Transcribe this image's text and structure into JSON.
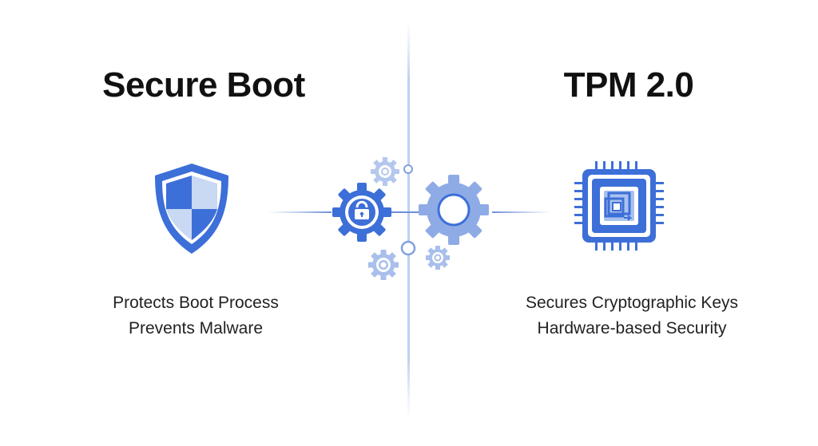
{
  "left_panel": {
    "title": "Secure Boot",
    "lines": [
      "Protects Boot Process",
      "Prevents Malware"
    ],
    "icon": "shield-icon"
  },
  "right_panel": {
    "title": "TPM 2.0",
    "lines": [
      "Secures Cryptographic Keys",
      "Hardware-based Security"
    ],
    "icon": "chip-icon"
  },
  "center": {
    "icons": [
      "gear-icon",
      "lock-gear-icon"
    ]
  },
  "colors": {
    "primary_blue": "#3b6fd6",
    "light_blue": "#a9c1ee",
    "pale_blue": "#c9d8f3",
    "divider": "#c5d4ee",
    "text": "#111111"
  }
}
